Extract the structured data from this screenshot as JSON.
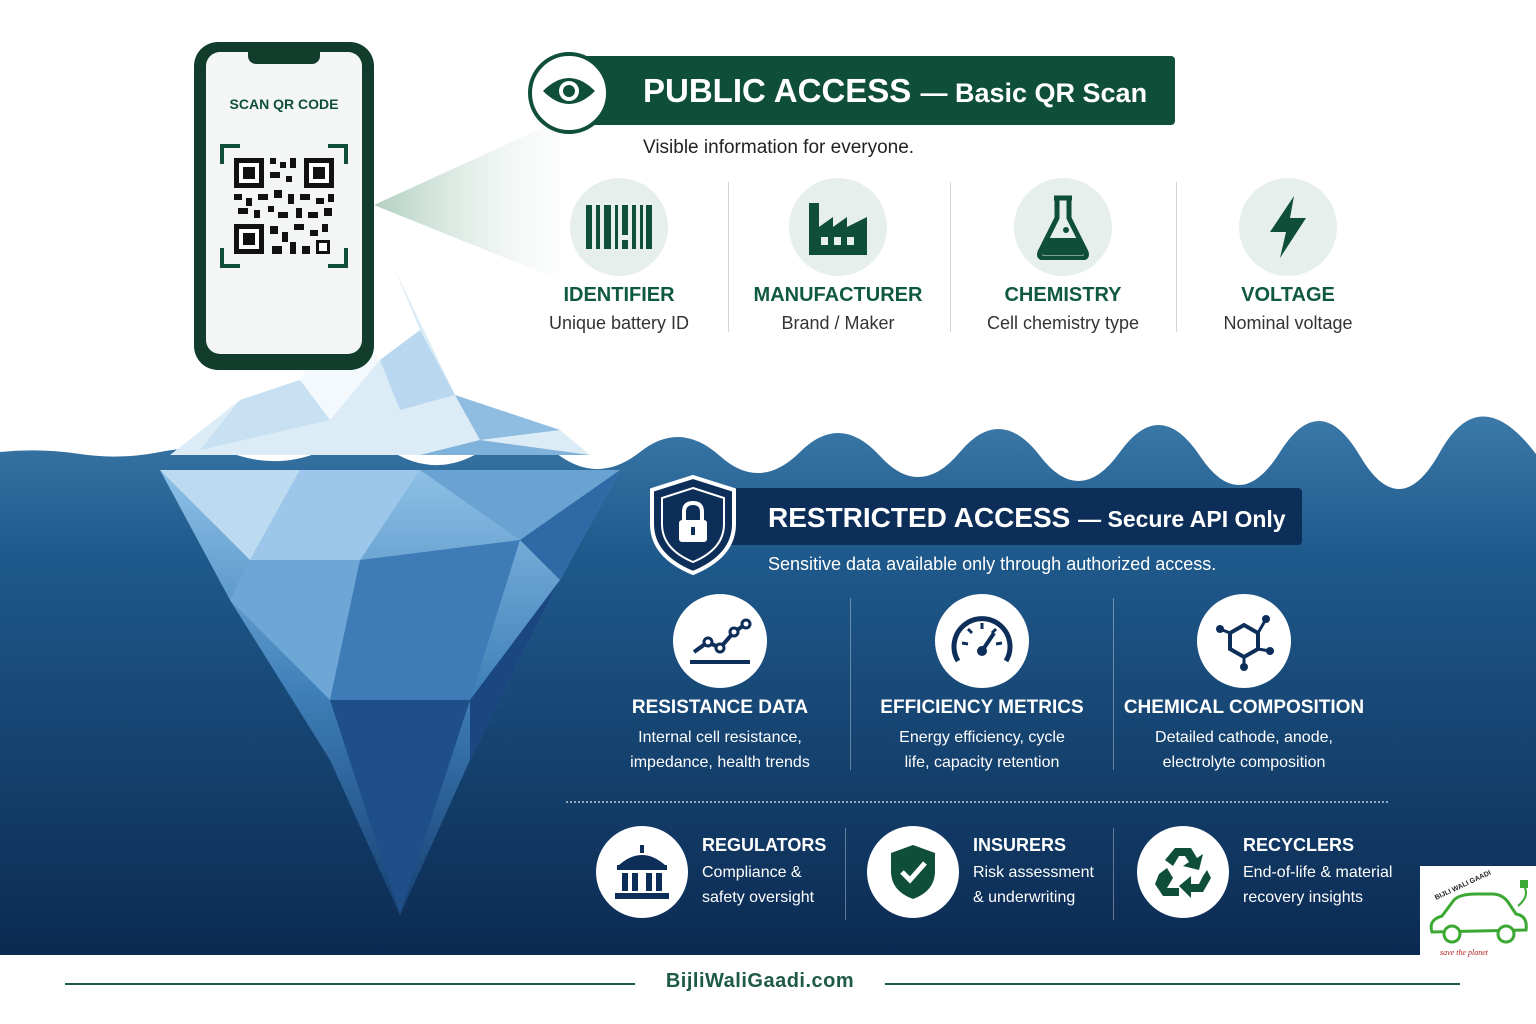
{
  "phone": {
    "scan_label": "SCAN QR CODE"
  },
  "public": {
    "title": "PUBLIC ACCESS",
    "subtitle": "— Basic QR Scan",
    "description": "Visible information for everyone.",
    "items": [
      {
        "icon": "barcode-icon",
        "title": "IDENTIFIER",
        "desc": "Unique battery ID"
      },
      {
        "icon": "factory-icon",
        "title": "MANUFACTURER",
        "desc": "Brand / Maker"
      },
      {
        "icon": "flask-icon",
        "title": "CHEMISTRY",
        "desc": "Cell chemistry type"
      },
      {
        "icon": "lightning-icon",
        "title": "VOLTAGE",
        "desc": "Nominal voltage"
      }
    ]
  },
  "restricted": {
    "title": "RESTRICTED ACCESS",
    "subtitle": "— Secure API Only",
    "description": "Sensitive data available only through authorized access.",
    "items": [
      {
        "icon": "trend-chart-icon",
        "title": "RESISTANCE DATA",
        "line1": "Internal cell resistance,",
        "line2": "impedance, health trends"
      },
      {
        "icon": "gauge-icon",
        "title": "EFFICIENCY METRICS",
        "line1": "Energy efficiency, cycle",
        "line2": "life, capacity retention"
      },
      {
        "icon": "molecule-icon",
        "title": "CHEMICAL COMPOSITION",
        "line1": "Detailed cathode, anode,",
        "line2": "electrolyte composition"
      }
    ],
    "stakeholders": [
      {
        "icon": "government-building-icon",
        "title": "REGULATORS",
        "line1": "Compliance &",
        "line2": "safety oversight"
      },
      {
        "icon": "shield-check-icon",
        "title": "INSURERS",
        "line1": "Risk assessment",
        "line2": "& underwriting"
      },
      {
        "icon": "recycle-icon",
        "title": "RECYCLERS",
        "line1": "End-of-life & material",
        "line2": "recovery insights"
      }
    ]
  },
  "footer": {
    "site": "BijliWaliGaadi.com"
  },
  "logo": {
    "name": "BIJLI WALI GAADI",
    "tagline": "save the planet"
  },
  "colors": {
    "green": "#0f4f3a",
    "navy": "#0d2e58",
    "water_top": "#2f6fa0",
    "water_bottom": "#0b2a52"
  }
}
